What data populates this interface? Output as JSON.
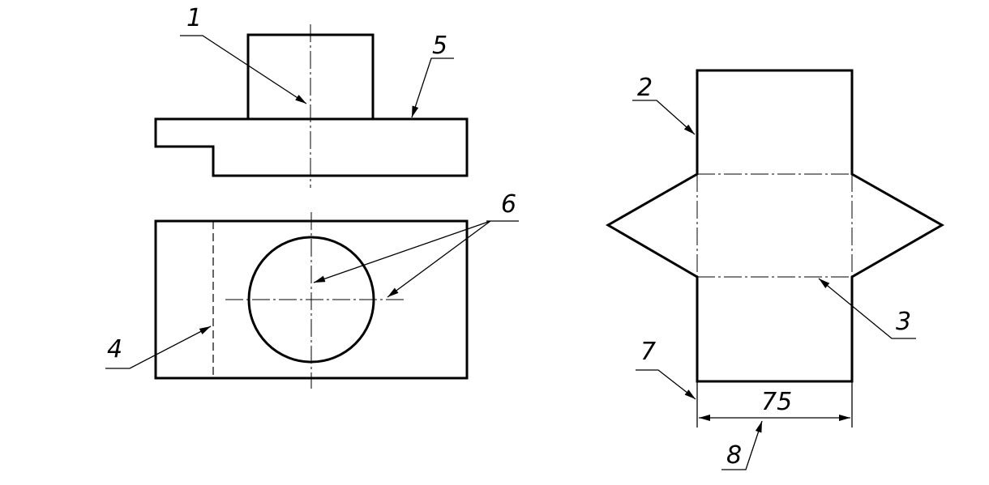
{
  "callouts": {
    "c1": "1",
    "c2": "2",
    "c3": "3",
    "c4": "4",
    "c5": "5",
    "c6": "6",
    "c7": "7",
    "c8": "8"
  },
  "dimension": {
    "width_value": "75"
  }
}
